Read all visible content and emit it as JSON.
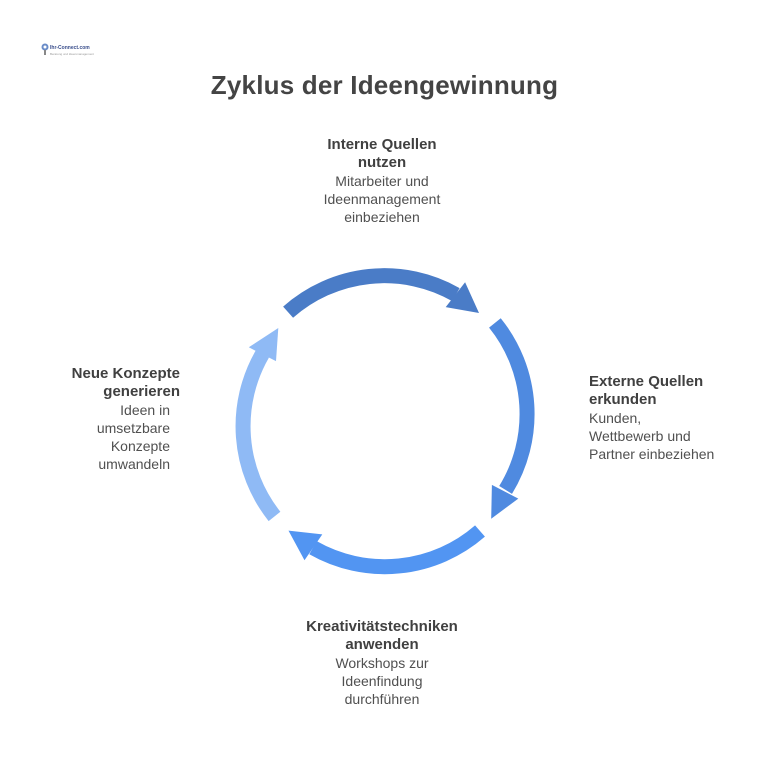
{
  "logo": {
    "text": "Ihr-Connect.com",
    "subtext": "Beratung und Ideenmanagement"
  },
  "title": "Zyklus der Ideengewinnung",
  "steps": {
    "top": {
      "heading_line1": "Interne Quellen",
      "heading_line2": "nutzen",
      "desc_line1": "Mitarbeiter und",
      "desc_line2": "Ideenmanagement",
      "desc_line3": "einbeziehen"
    },
    "right": {
      "heading_line1": "Externe Quellen",
      "heading_line2": "erkunden",
      "desc_line1": "Kunden,",
      "desc_line2": "Wettbewerb und",
      "desc_line3": "Partner einbeziehen"
    },
    "bottom": {
      "heading_line1": "Kreativitätstechniken",
      "heading_line2": "anwenden",
      "desc_line1": "Workshops zur",
      "desc_line2": "Ideenfindung",
      "desc_line3": "durchführen"
    },
    "left": {
      "heading_line1": "Neue Konzepte",
      "heading_line2": "generieren",
      "desc_line1": "Ideen in",
      "desc_line2": "umsetzbare",
      "desc_line3": "Konzepte",
      "desc_line4": "umwandeln"
    }
  },
  "colors": {
    "arc_top": "#4a7cc7",
    "arc_right": "#4f8ae0",
    "arc_bottom": "#5295f2",
    "arc_left": "#8fbaf5"
  }
}
